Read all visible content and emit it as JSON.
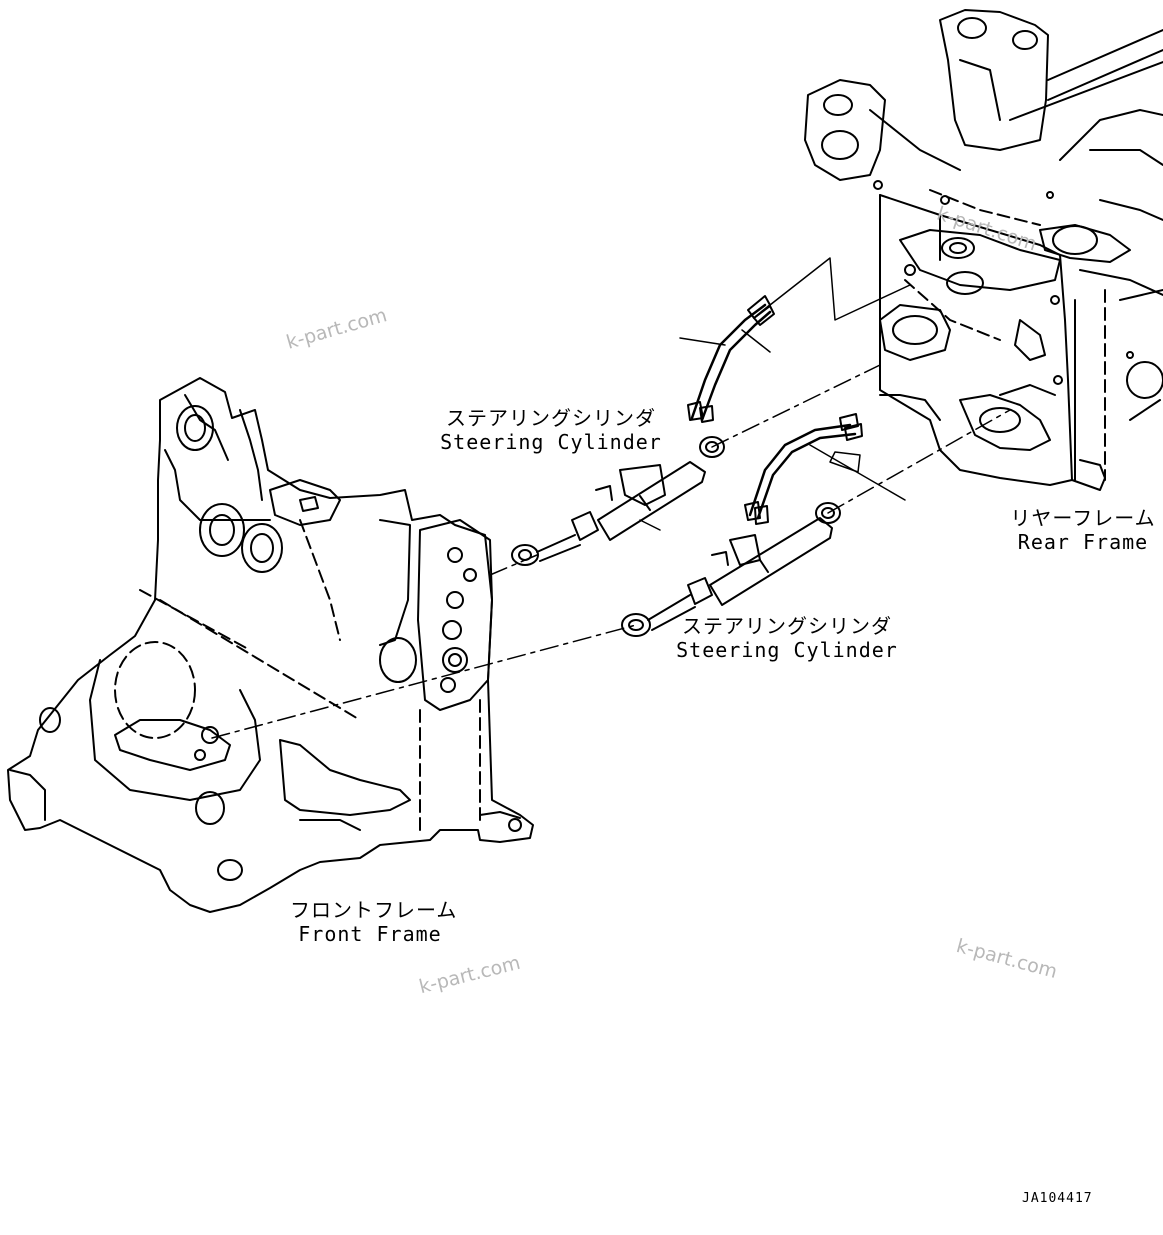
{
  "labels": {
    "steering_cylinder_upper": {
      "jp": "ステアリングシリンダ",
      "en": "Steering Cylinder"
    },
    "steering_cylinder_lower": {
      "jp": "ステアリングシリンダ",
      "en": "Steering Cylinder"
    },
    "rear_frame": {
      "jp": "リヤーフレーム",
      "en": "Rear Frame"
    },
    "front_frame": {
      "jp": "フロントフレーム",
      "en": "Front Frame"
    }
  },
  "watermarks": [
    "k-part.com",
    "k-part.com",
    "k-part.com",
    "k-part.com"
  ],
  "drawing_code": "JA104417"
}
